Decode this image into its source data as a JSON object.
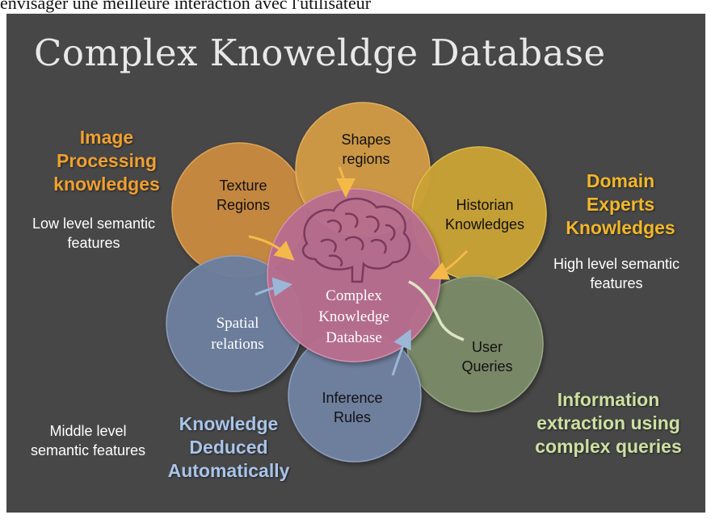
{
  "caption": "envisager une meilleure interaction avec l'utilisateur",
  "title": "Complex Knoweldge Database",
  "center": [
    "Complex",
    "Knowledge",
    "Database"
  ],
  "circles": {
    "texture": [
      "Texture",
      "Regions"
    ],
    "shapes": [
      "Shapes",
      "regions"
    ],
    "historian": [
      "Historian",
      "Knowledges"
    ],
    "user": [
      "User",
      "Queries"
    ],
    "inference": [
      "Inference",
      "Rules"
    ],
    "spatial": [
      "Spatial",
      "relations"
    ]
  },
  "groups": {
    "image_processing": {
      "heading": [
        "Image",
        "Processing",
        "knowledges"
      ],
      "desc": [
        "Low level semantic",
        "features"
      ],
      "color": "#f0a030"
    },
    "domain_experts": {
      "heading": [
        "Domain",
        "Experts",
        "Knowledges"
      ],
      "desc": [
        "High level semantic",
        "features"
      ],
      "color": "#f2b72a"
    },
    "information_extraction": {
      "heading": [
        "Information",
        "extraction using",
        "complex queries"
      ],
      "color": "#cfe0a2"
    },
    "knowledge_deduced": {
      "heading": [
        "Knowledge",
        "Deduced",
        "Automatically"
      ],
      "desc": [
        "Middle level",
        "semantic features"
      ],
      "color": "#a9c4ea"
    }
  },
  "colors": {
    "background": "#474747",
    "texture": "#c98a3f",
    "shapes": "#d09a44",
    "historian": "#c9a235",
    "user": "#7a8a68",
    "inference": "#6f80a0",
    "spatial": "#6d7f9e",
    "center": "#b86e8e"
  }
}
